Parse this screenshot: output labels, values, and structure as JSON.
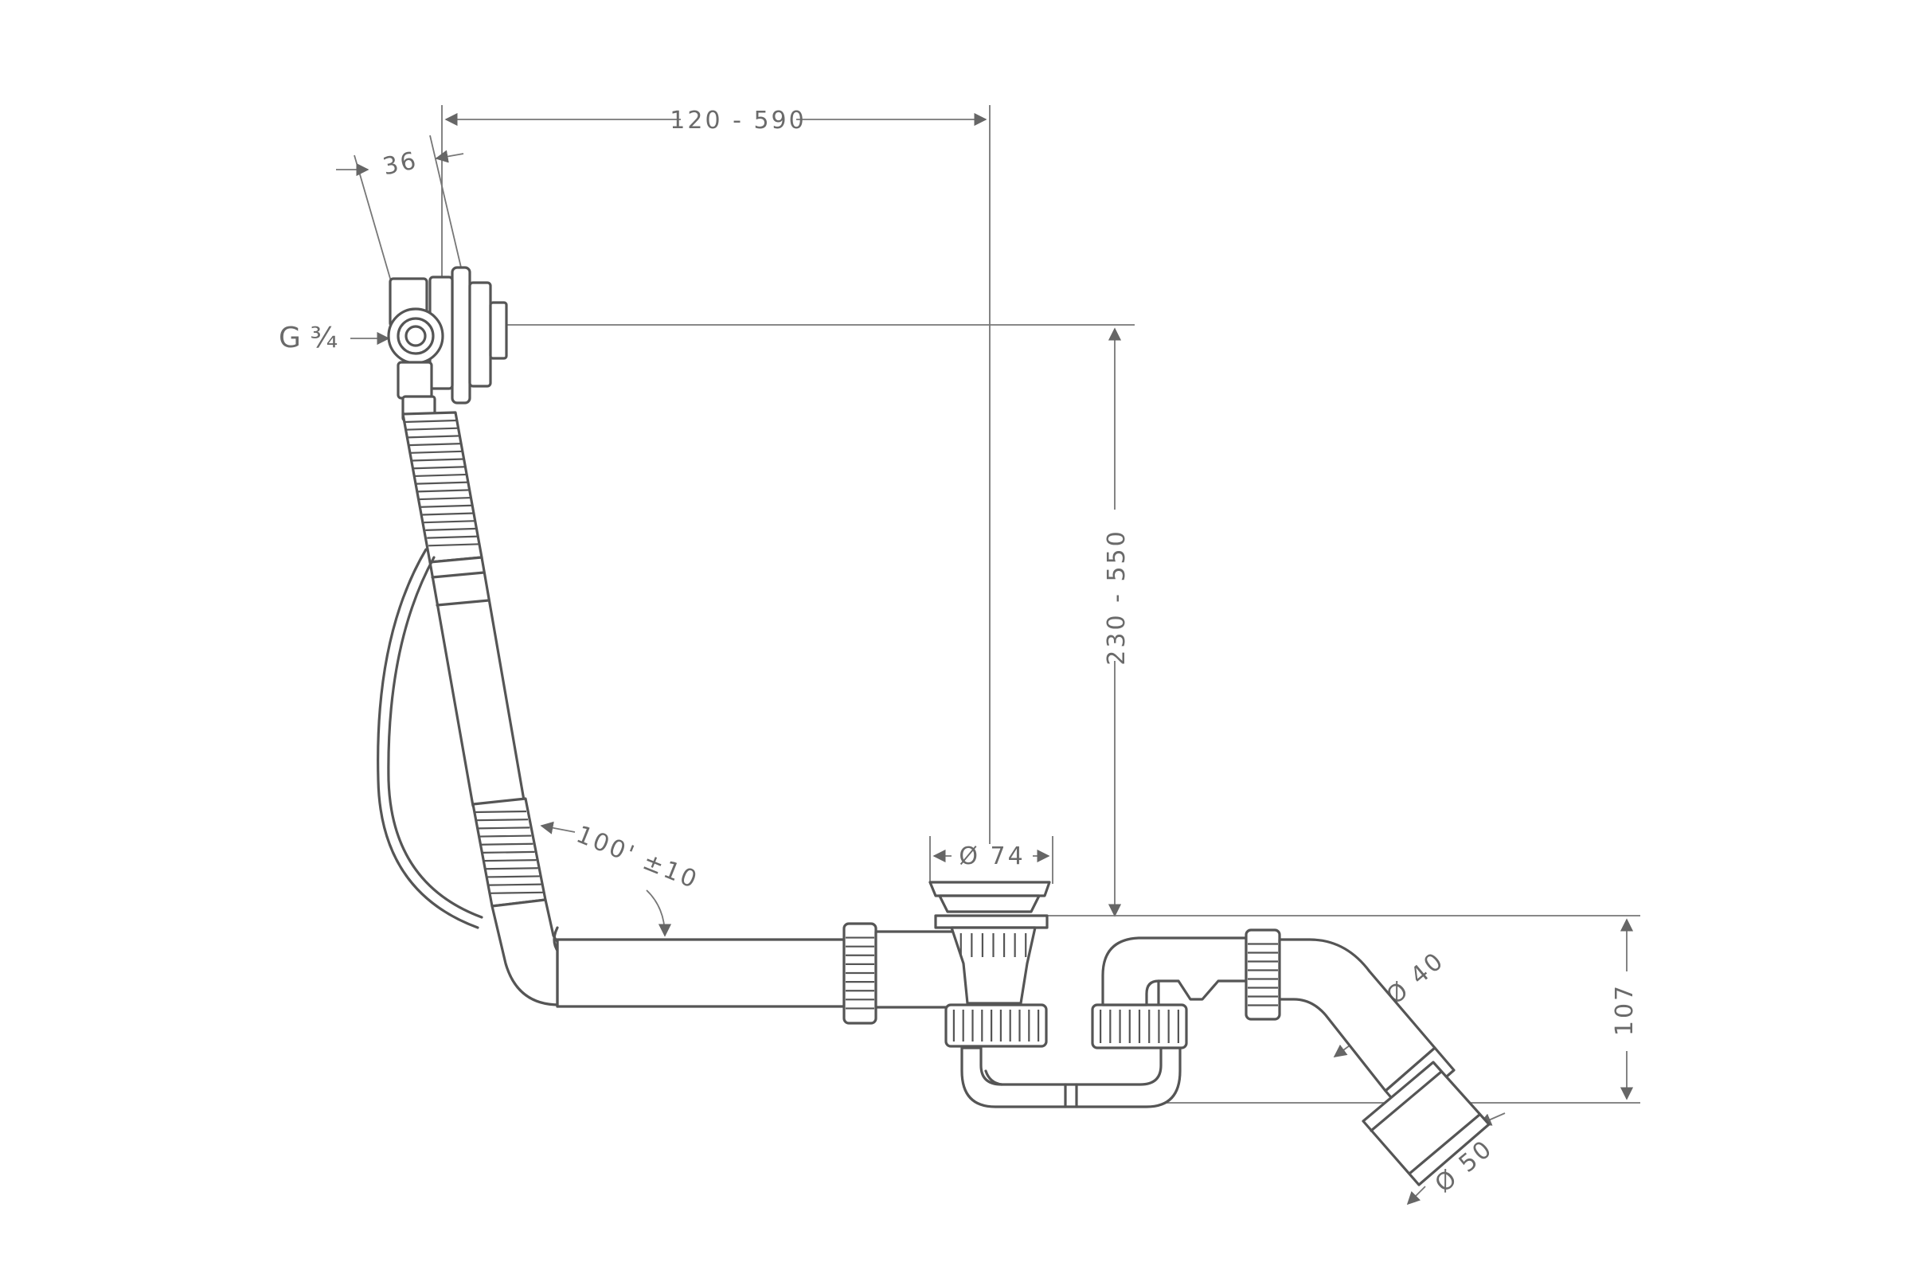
{
  "drawing": {
    "dimensions": {
      "width_range": "120 - 590",
      "height_range": "230 - 550",
      "flange_depth": "36",
      "thread": "G ¾",
      "pipe_angle": "100' ±10",
      "drain_diameter": "Ø 74",
      "outlet_diameter_inner": "Ø 40",
      "outlet_diameter_outer": "Ø 50",
      "trap_height": "107"
    }
  }
}
